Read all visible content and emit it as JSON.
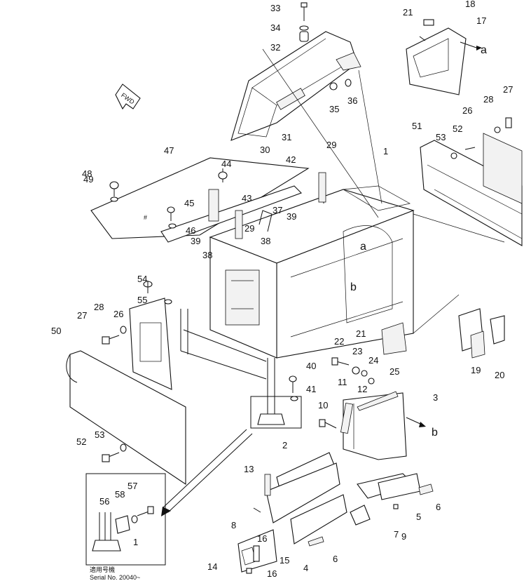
{
  "fwd_label": "FWD",
  "arrow_labels": {
    "a": "a",
    "b": "b"
  },
  "inset_note": {
    "line1": "適用号機",
    "line2": "Serial No. 20040~"
  },
  "callouts": [
    "33",
    "34",
    "32",
    "18",
    "21",
    "17",
    "35",
    "36",
    "31",
    "30",
    "28",
    "27",
    "26",
    "51",
    "53",
    "52",
    "47",
    "44",
    "29",
    "1",
    "48",
    "49",
    "42",
    "43",
    "45",
    "46",
    "37",
    "39",
    "29",
    "38",
    "39",
    "38",
    "54",
    "55",
    "26",
    "28",
    "27",
    "50",
    "21",
    "22",
    "23",
    "24",
    "25",
    "19",
    "20",
    "40",
    "41",
    "11",
    "10",
    "12",
    "3",
    "52",
    "53",
    "2",
    "13",
    "8",
    "57",
    "58",
    "56",
    "1",
    "7",
    "9",
    "5",
    "6",
    "16",
    "15",
    "14",
    "16",
    "4",
    "6"
  ]
}
